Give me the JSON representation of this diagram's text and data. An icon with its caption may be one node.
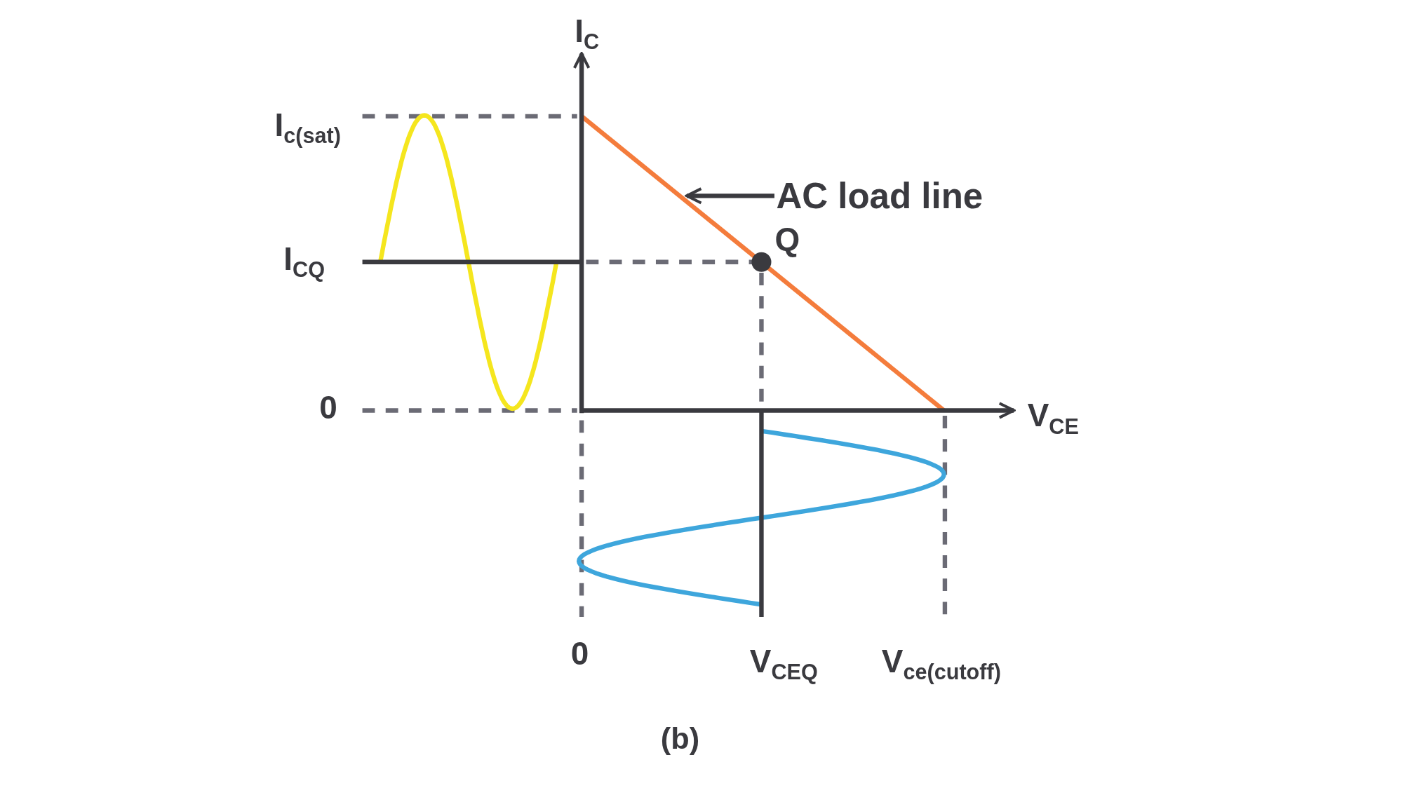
{
  "diagram": {
    "caption": "(b)",
    "nodes": [
      {
        "text": [
          "AC load line"
        ]
      },
      {
        "text": [],
        "shape": "line"
      }
    ],
    "edges": [
      {
        "from": 0,
        "to": 1,
        "arrow": "to"
      }
    ],
    "labels": [
      "I$_{C}$",
      "I$_{c(sat)}$",
      "Q",
      "I$_{CQ}$",
      "0",
      "V$_{CE}$",
      "0",
      "V$_{CEQ}$",
      "V$_{ce(cutoff)}$"
    ]
  }
}
